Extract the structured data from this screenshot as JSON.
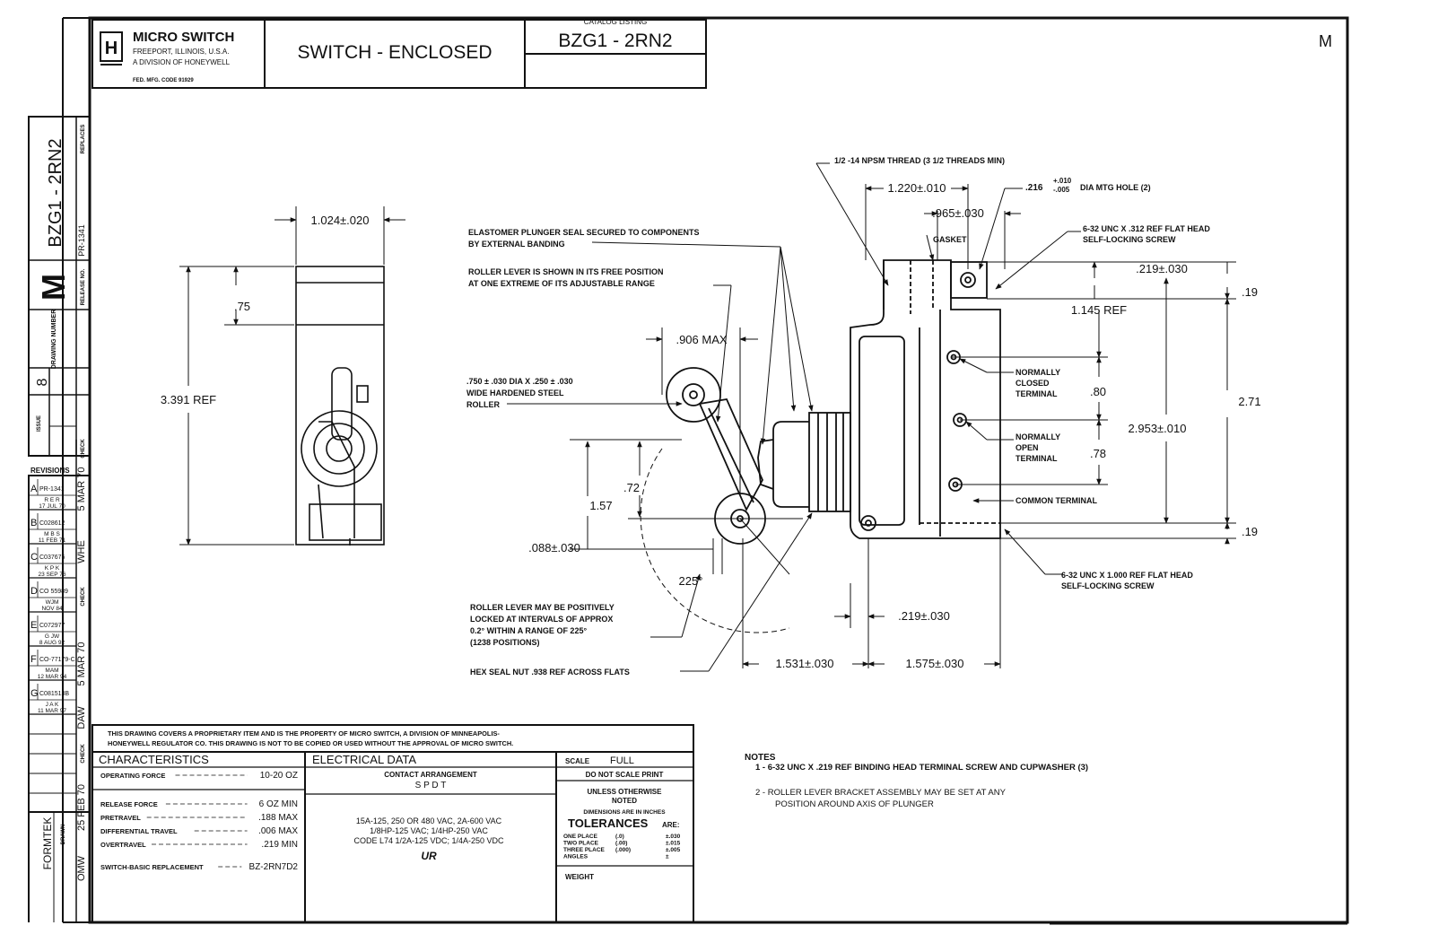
{
  "title_block": {
    "company": "MICRO SWITCH",
    "address": "FREEPORT, ILLINOIS, U.S.A.",
    "division": "A DIVISION OF HONEYWELL",
    "mfg_code": "FED. MFG. CODE 91929",
    "logo_letter": "H",
    "drawing_title": "SWITCH - ENCLOSED",
    "catalog_label": "CATALOG LISTING",
    "catalog_number": "BZG1 - 2RN2",
    "corner_mark": "M"
  },
  "side_block": {
    "part_number": "BZG1 - 2RN2",
    "replaces_label": "REPLACES",
    "release_no_label": "RELEASE NO.",
    "release_no": "PR-1341",
    "drawing_number_label": "DRAWING NUMBER",
    "drawing_letter": "M",
    "issue_label": "ISSUE",
    "issue_number": "8",
    "revisions_label": "REVISIONS",
    "check_label": "CHECK",
    "drawn_label": "DRAWN",
    "date_1": "5 MAR 70",
    "initials_1": "WHE",
    "date_2": "5 MAR 70",
    "initials_2": "DAW",
    "drawn_date": "25 FEB 70",
    "drawn_initials": "OMW",
    "formtek": "FORMTEK",
    "revisions": [
      {
        "letter": "A",
        "ref": "PR-1341",
        "by": "R E R",
        "date": "17 JUL 70"
      },
      {
        "letter": "B",
        "ref": "C028612",
        "by": "M B S",
        "date": "11 FEB 71"
      },
      {
        "letter": "C",
        "ref": "C037675",
        "by": "K P K",
        "date": "23 SEP 76"
      },
      {
        "letter": "D",
        "ref": "CO 55989",
        "by": "WJM",
        "date": "NOV 84"
      },
      {
        "letter": "E",
        "ref": "C072977",
        "by": "G JW",
        "date": "8 AUG 92"
      },
      {
        "letter": "F",
        "ref": "CO-77179-C",
        "by": "MAM",
        "date": "12 MAR 94"
      },
      {
        "letter": "G",
        "ref": "C081513B",
        "by": "J A K",
        "date": "11 MAR 97"
      }
    ]
  },
  "left_view": {
    "width_dim": "1.024±.020",
    "top_dim": ".75",
    "height_dim": "3.391 REF"
  },
  "callouts": {
    "seal": "ELASTOMER PLUNGER SEAL SECURED TO COMPONENTS",
    "seal_2": "BY EXTERNAL BANDING",
    "lever_pos": "ROLLER LEVER IS SHOWN IN ITS FREE POSITION",
    "lever_pos_2": "AT ONE EXTREME OF ITS ADJUSTABLE RANGE",
    "roller_1": ".750 ± .030 DIA X .250 ± .030",
    "roller_2": "WIDE HARDENED STEEL",
    "roller_3": "ROLLER",
    "lock_1": "ROLLER LEVER MAY BE POSITIVELY",
    "lock_2": "LOCKED AT INTERVALS OF APPROX",
    "lock_3": "0.2° WITHIN A RANGE OF 225°",
    "lock_4": "(1238 POSITIONS)",
    "hex_nut": "HEX SEAL NUT .938 REF ACROSS FLATS",
    "thread": "1/2 -14 NPSM THREAD (3 1/2 THREADS MIN)",
    "mtg_hole_nom": ".216",
    "mtg_hole_plus": "+.010",
    "mtg_hole_minus": "-.005",
    "mtg_hole_text": "DIA MTG HOLE (2)",
    "screw_top_1": "6-32 UNC X .312 REF FLAT HEAD",
    "screw_top_2": "SELF-LOCKING SCREW",
    "gasket": "GASKET",
    "nc_1": "NORMALLY",
    "nc_2": "CLOSED",
    "nc_3": "TERMINAL",
    "no_1": "NORMALLY",
    "no_2": "OPEN",
    "no_3": "TERMINAL",
    "common": "COMMON TERMINAL",
    "screw_bot_1": "6-32 UNC X 1.000 REF FLAT HEAD",
    "screw_bot_2": "SELF-LOCKING SCREW"
  },
  "dims": {
    "d906": ".906 MAX",
    "d72": ".72",
    "d157": "1.57",
    "d088": ".088±.030",
    "d225": "225°",
    "d1220": "1.220±.010",
    "d965": ".965±.030",
    "d219a": ".219±.030",
    "d19a": ".19",
    "d1145": "1.145 REF",
    "d80": ".80",
    "d78": ".78",
    "d2953": "2.953±.010",
    "d271": "2.71",
    "d19b": ".19",
    "d219b": ".219±.030",
    "d1531": "1.531±.030",
    "d1575": "1.575±.030"
  },
  "proprietary": {
    "line1": "THIS DRAWING COVERS A PROPRIETARY ITEM AND IS THE PROPERTY OF MICRO SWITCH, A DIVISION OF MINNEAPOLIS-",
    "line2": "HONEYWELL REGULATOR CO. THIS DRAWING IS NOT TO BE COPIED OR USED WITHOUT THE APPROVAL OF MICRO SWITCH."
  },
  "characteristics": {
    "header": "CHARACTERISTICS",
    "rows": [
      {
        "label": "OPERATING FORCE",
        "value": "10-20 OZ"
      },
      {
        "label": "RELEASE FORCE",
        "value": "6 OZ MIN"
      },
      {
        "label": "PRETRAVEL",
        "value": ".188 MAX"
      },
      {
        "label": "DIFFERENTIAL TRAVEL",
        "value": ".006 MAX"
      },
      {
        "label": "OVERTRAVEL",
        "value": ".219 MIN"
      },
      {
        "label": "SWITCH-BASIC REPLACEMENT",
        "value": "BZ-2RN7D2"
      }
    ]
  },
  "electrical": {
    "header": "ELECTRICAL DATA",
    "contact_label": "CONTACT ARRANGEMENT",
    "contact": "S P D T",
    "line1": "15A-125, 250 OR 480 VAC, 2A-600 VAC",
    "line2": "1/8HP-125 VAC; 1/4HP-250 VAC",
    "line3": "CODE L74   1/2A-125 VDC; 1/4A-250 VDC",
    "ul_mark": "UR"
  },
  "scale_block": {
    "scale_label": "SCALE",
    "scale_value": "FULL",
    "no_scale": "DO NOT SCALE PRINT",
    "unless_1": "UNLESS OTHERWISE",
    "unless_2": "NOTED",
    "dims_in": "DIMENSIONS ARE IN INCHES",
    "tolerances": "TOLERANCES",
    "are": "ARE:",
    "tol_rows": [
      {
        "label": "ONE PLACE",
        "fmt": "(.0)",
        "tol": "±.030"
      },
      {
        "label": "TWO PLACE",
        "fmt": "(.00)",
        "tol": "±.015"
      },
      {
        "label": "THREE PLACE",
        "fmt": "(.000)",
        "tol": "±.005"
      },
      {
        "label": "ANGLES",
        "fmt": "",
        "tol": "±"
      }
    ],
    "weight": "WEIGHT"
  },
  "notes": {
    "header": "NOTES",
    "n1": "1 - 6-32 UNC X .219 REF BINDING HEAD TERMINAL SCREW AND CUPWASHER (3)",
    "n2a": "2 - ROLLER LEVER BRACKET ASSEMBLY MAY BE SET AT ANY",
    "n2b": "POSITION AROUND AXIS OF PLUNGER"
  }
}
